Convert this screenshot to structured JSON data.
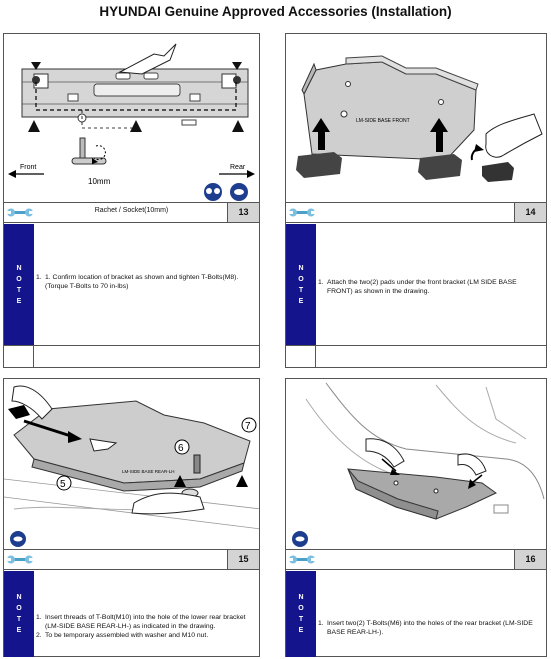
{
  "title": "HYUNDAI Genuine Approved Accessories (Installation)",
  "panels": [
    {
      "step": "13",
      "tool": "Rachet / Socket(10mm)",
      "note_label": "NOTE",
      "image_labels": {
        "front": "Front",
        "rear": "Rear",
        "size": "10mm"
      },
      "notes": [
        {
          "n": "1.",
          "text": "1. Confirm location of bracket as shown and tighten T-Bolts(M8)."
        },
        {
          "n": "",
          "text": "(Torque T-Bolts to 70 in-lbs)"
        }
      ]
    },
    {
      "step": "14",
      "tool": "",
      "note_label": "NOTE",
      "image_labels": {
        "part": "LM-SIDE BASE FRONT"
      },
      "notes": [
        {
          "n": "1.",
          "text": "Attach the two(2) pads under the front bracket (LM SIDE BASE FRONT) as shown in the drawing."
        }
      ]
    },
    {
      "step": "15",
      "tool": "",
      "note_label": "NOTE",
      "image_labels": {
        "c5": "5",
        "c6": "6",
        "c7": "7",
        "part": "LM-SIDE BASE REAR-LH"
      },
      "notes": [
        {
          "n": "1.",
          "text": "Insert  threads of T-Bolt(M10) into the hole of the lower rear bracket (LM-SIDE BASE REAR-LH-) as indicated in the drawing."
        },
        {
          "n": "2.",
          "text": "To be temporary assembled with washer and M10 nut."
        }
      ]
    },
    {
      "step": "16",
      "tool": "",
      "note_label": "NOTE",
      "image_labels": {},
      "notes": [
        {
          "n": "1.",
          "text": "Insert two(2) T-Bolts(M6) into the holes of the rear bracket (LM-SIDE BASE REAR-LH-)."
        }
      ]
    }
  ],
  "icons": [
    "wrench-icon",
    "two-person-icon",
    "single-person-icon"
  ]
}
